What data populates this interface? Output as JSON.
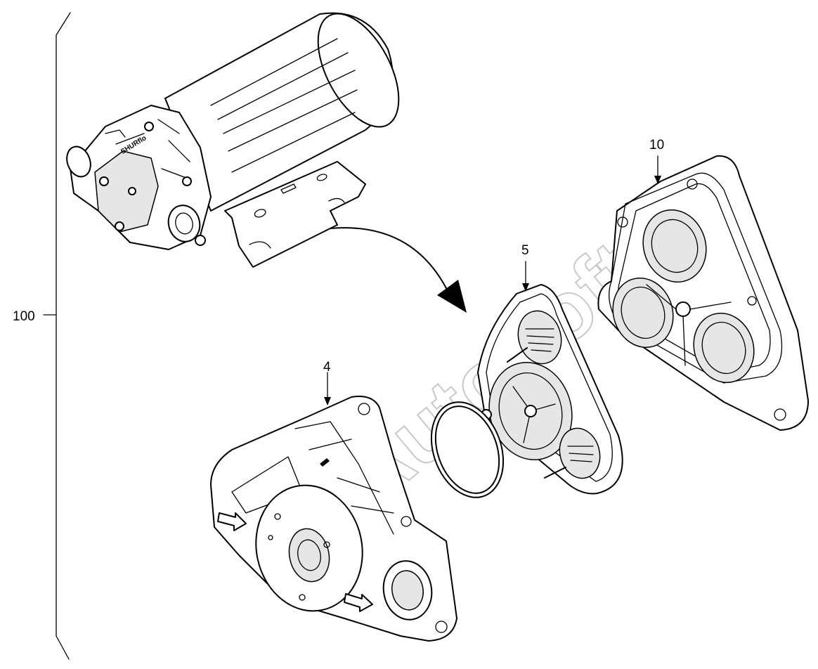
{
  "callouts": {
    "assembly": "100",
    "part_4": "4",
    "part_5": "5",
    "part_10": "10"
  },
  "watermark": "AutoSoft",
  "motor_label": "SHURflo",
  "colors": {
    "line": "#000000",
    "background": "#ffffff",
    "watermark": "#c9c9c9"
  }
}
